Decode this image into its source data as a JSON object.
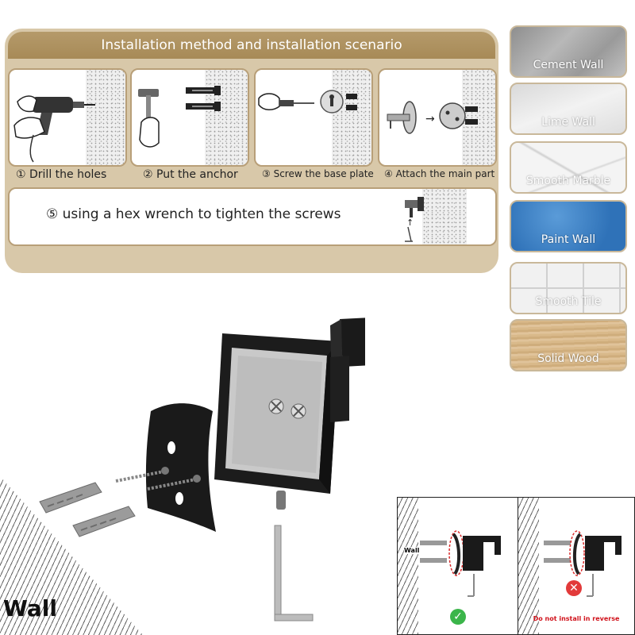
{
  "install_panel": {
    "title": "Installation method and installation scenario",
    "steps": [
      {
        "label": "① Drill the holes"
      },
      {
        "label": "② Put the anchor"
      },
      {
        "label": "③ Screw the base plate"
      },
      {
        "label": "④ Attach the main part"
      }
    ],
    "step5": {
      "label": "⑤ using a hex wrench to tighten the screws"
    }
  },
  "wall_types": [
    "Cement Wall",
    "Lime Wall",
    "Smooth Marble",
    "Paint Wall",
    "Smooth Tile",
    "Solid Wood"
  ],
  "product": {
    "wall_label": "Wall"
  },
  "correct_box": {
    "wall_label": "Wall",
    "status_icon": "check-icon"
  },
  "incorrect_box": {
    "warning": "Do not install in reverse",
    "status_icon": "cross-icon"
  },
  "colors": {
    "panel": "#d8c8a9",
    "title_bar": "#a78a57",
    "correct": "#3bb54a",
    "incorrect": "#e23a3a",
    "warning_text": "#d0121b"
  }
}
